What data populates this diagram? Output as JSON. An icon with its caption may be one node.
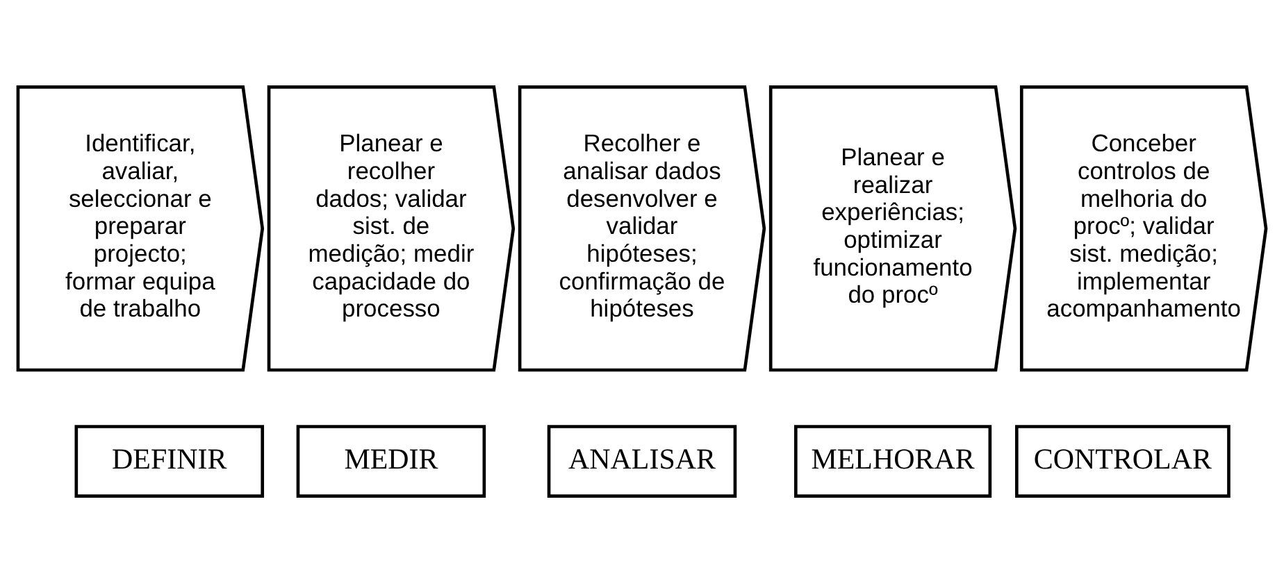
{
  "diagram": {
    "nodes": [
      {
        "text": [
          "Identificar, avaliar, seleccionar e preparar projecto; formar equipa de trabalho"
        ]
      },
      {
        "text": [
          "Planear e recolher dados; validar sist. de medição; medir capacidade do processo"
        ]
      },
      {
        "text": [
          "Recolher e analisar dados desenvolver e validar hipóteses; confirmação de hipóteses"
        ]
      },
      {
        "text": [
          "Planear e realizar experiências; optimizar funcionamento do procº"
        ]
      },
      {
        "text": [
          "Conceber controlos de melhoria do procº; validar sist. medição; implementar acompanhamento"
        ]
      },
      {
        "text": [
          "DEFINIR"
        ]
      },
      {
        "text": [
          "MEDIR"
        ]
      },
      {
        "text": [
          "ANALISAR"
        ]
      },
      {
        "text": [
          "MELHORAR"
        ]
      },
      {
        "text": [
          "CONTROLAR"
        ]
      }
    ],
    "edges": []
  }
}
